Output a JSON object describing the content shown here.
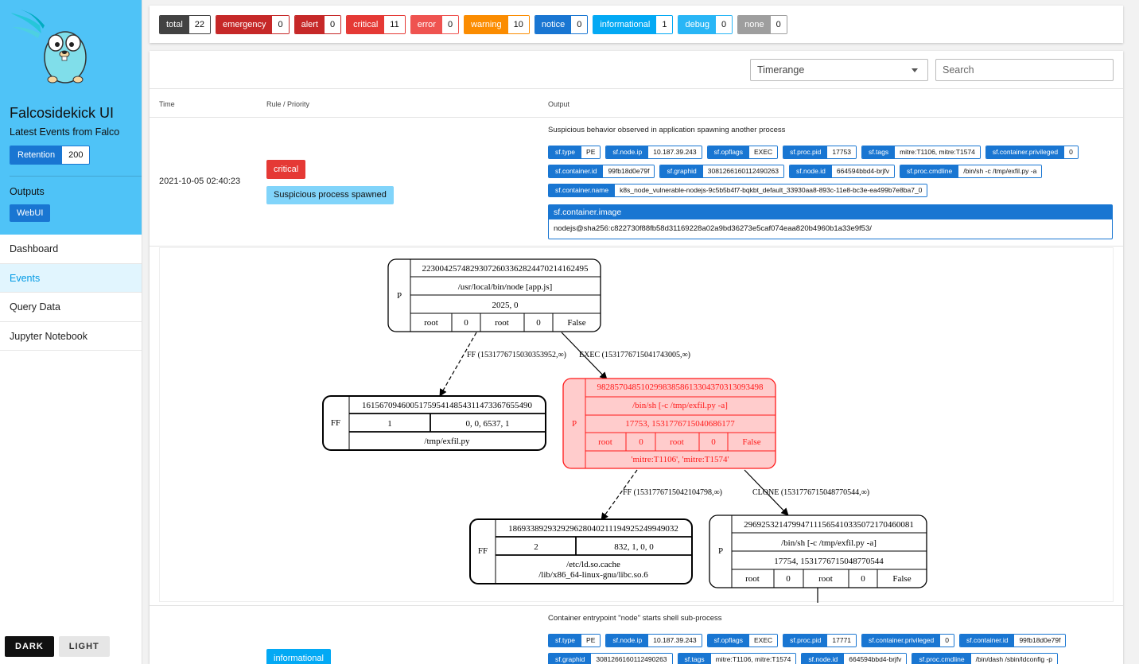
{
  "sidebar": {
    "title": "Falcosidekick UI",
    "subtitle": "Latest Events from Falco",
    "retention_label": "Retention",
    "retention_value": "200",
    "outputs_label": "Outputs",
    "webui_label": "WebUI",
    "nav": [
      {
        "label": "Dashboard",
        "active": false
      },
      {
        "label": "Events",
        "active": true
      },
      {
        "label": "Query Data",
        "active": false
      },
      {
        "label": "Jupyter Notebook",
        "active": false
      }
    ],
    "dark_label": "DARK",
    "light_label": "LIGHT"
  },
  "counts": [
    {
      "label": "total",
      "value": "22",
      "color": "#424242"
    },
    {
      "label": "emergency",
      "value": "0",
      "color": "#c62828"
    },
    {
      "label": "alert",
      "value": "0",
      "color": "#c62828"
    },
    {
      "label": "critical",
      "value": "11",
      "color": "#e53935"
    },
    {
      "label": "error",
      "value": "0",
      "color": "#ef5350"
    },
    {
      "label": "warning",
      "value": "10",
      "color": "#fb8c00"
    },
    {
      "label": "notice",
      "value": "0",
      "color": "#1976d2"
    },
    {
      "label": "informational",
      "value": "1",
      "color": "#03a9f4"
    },
    {
      "label": "debug",
      "value": "0",
      "color": "#29b6f6"
    },
    {
      "label": "none",
      "value": "0",
      "color": "#9e9e9e"
    }
  ],
  "filters": {
    "timerange_label": "Timerange",
    "search_placeholder": "Search"
  },
  "table_header": {
    "time": "Time",
    "rule": "Rule / Priority",
    "output": "Output"
  },
  "event1": {
    "time": "2021-10-05 02:40:23",
    "priority": "critical",
    "priority_color": "#e53935",
    "rule": "Suspicious process spawned",
    "output": "Suspicious behavior observed in application spawning another process",
    "tag_lines": [
      [
        {
          "k": "sf.type",
          "v": "PE"
        },
        {
          "k": "sf.node.ip",
          "v": "10.187.39.243"
        },
        {
          "k": "sf.opflags",
          "v": "EXEC"
        },
        {
          "k": "sf.proc.pid",
          "v": "17753"
        },
        {
          "k": "sf.tags",
          "v": "mitre:T1106, mitre:T1574"
        },
        {
          "k": "sf.container.privileged",
          "v": "0"
        }
      ],
      [
        {
          "k": "sf.container.id",
          "v": "99fb18d0e79f"
        },
        {
          "k": "sf.graphid",
          "v": "3081266160112490263"
        },
        {
          "k": "sf.node.id",
          "v": "664594bbd4-brjfv"
        },
        {
          "k": "sf.proc.cmdline",
          "v": "/bin/sh -c /tmp/exfil.py -a"
        }
      ],
      [
        {
          "k": "sf.container.name",
          "v": "k8s_node_vulnerable-nodejs-9c5b5b4f7-bqkbt_default_33930aa8-893c-11e8-bc3e-ea499b7e8ba7_0"
        }
      ]
    ],
    "image_label": "sf.container.image",
    "image_value": "nodejs@sha256:c822730f88fb58d31169228a02a9bd36273e5caf074eaa820b4960b1a33e9f53/"
  },
  "graph": {
    "nodes": {
      "n1": {
        "type": "P",
        "id": "2230042574829307260336282447021416249​5",
        "exe": "/usr/local/bin/node [app.js]",
        "pid": "2025, 0",
        "fields": [
          "root",
          "0",
          "root",
          "0",
          "False"
        ]
      },
      "n2": {
        "type": "FF",
        "id": "16156709460051759541485431147336765549​0",
        "row": [
          "1",
          "0, 0, 6537, 1"
        ],
        "path": "/tmp/exfil.py"
      },
      "n3": {
        "type": "P",
        "id": "98285704851029983858613304370313093498",
        "exe": "/bin/sh [-c /tmp/exfil.py -a]",
        "pid": "17753, 1531776715040686177",
        "fields": [
          "root",
          "0",
          "root",
          "0",
          "False"
        ],
        "tags": "'mitre:T1106', 'mitre:T1574'"
      },
      "n4": {
        "type": "FF",
        "id": "18693389293292962804021119492524994903​2",
        "row": [
          "2",
          "832, 1, 0, 0"
        ],
        "path1": "/etc/ld.so.cache",
        "path2": "/lib/x86_64-linux-gnu/libc.so.6"
      },
      "n5": {
        "type": "P",
        "id": "29692532147994711156541033507217046008​1",
        "exe": "/bin/sh [-c /tmp/exfil.py -a]",
        "pid": "17754, 1531776715048770544",
        "fields": [
          "root",
          "0",
          "root",
          "0",
          "False"
        ]
      }
    },
    "edges": {
      "e1": "FF (1531776715030353952,∞)",
      "e2": "EXEC (1531776715041743005,∞)",
      "e3": "FF (1531776715042104798,∞)",
      "e4": "CLONE (1531776715048770544,∞)"
    },
    "highlight_color": "#ff1a1a",
    "highlight_fill": "#ffcccc"
  },
  "event2": {
    "priority": "informational",
    "priority_color": "#03a9f4",
    "output": "Container entrypoint \"node\" starts shell sub-process",
    "tag_lines": [
      [
        {
          "k": "sf.type",
          "v": "PE"
        },
        {
          "k": "sf.node.ip",
          "v": "10.187.39.243"
        },
        {
          "k": "sf.opflags",
          "v": "EXEC"
        },
        {
          "k": "sf.proc.pid",
          "v": "17771"
        },
        {
          "k": "sf.container.privileged",
          "v": "0"
        },
        {
          "k": "sf.container.id",
          "v": "99fb18d0e79f"
        }
      ],
      [
        {
          "k": "sf.graphid",
          "v": "3081266160112490263"
        },
        {
          "k": "sf.tags",
          "v": "mitre:T1106, mitre:T1574"
        },
        {
          "k": "sf.node.id",
          "v": "664594bbd4-brjfv"
        },
        {
          "k": "sf.proc.cmdline",
          "v": "/bin/dash /sbin/ldconfig -p"
        }
      ]
    ]
  }
}
